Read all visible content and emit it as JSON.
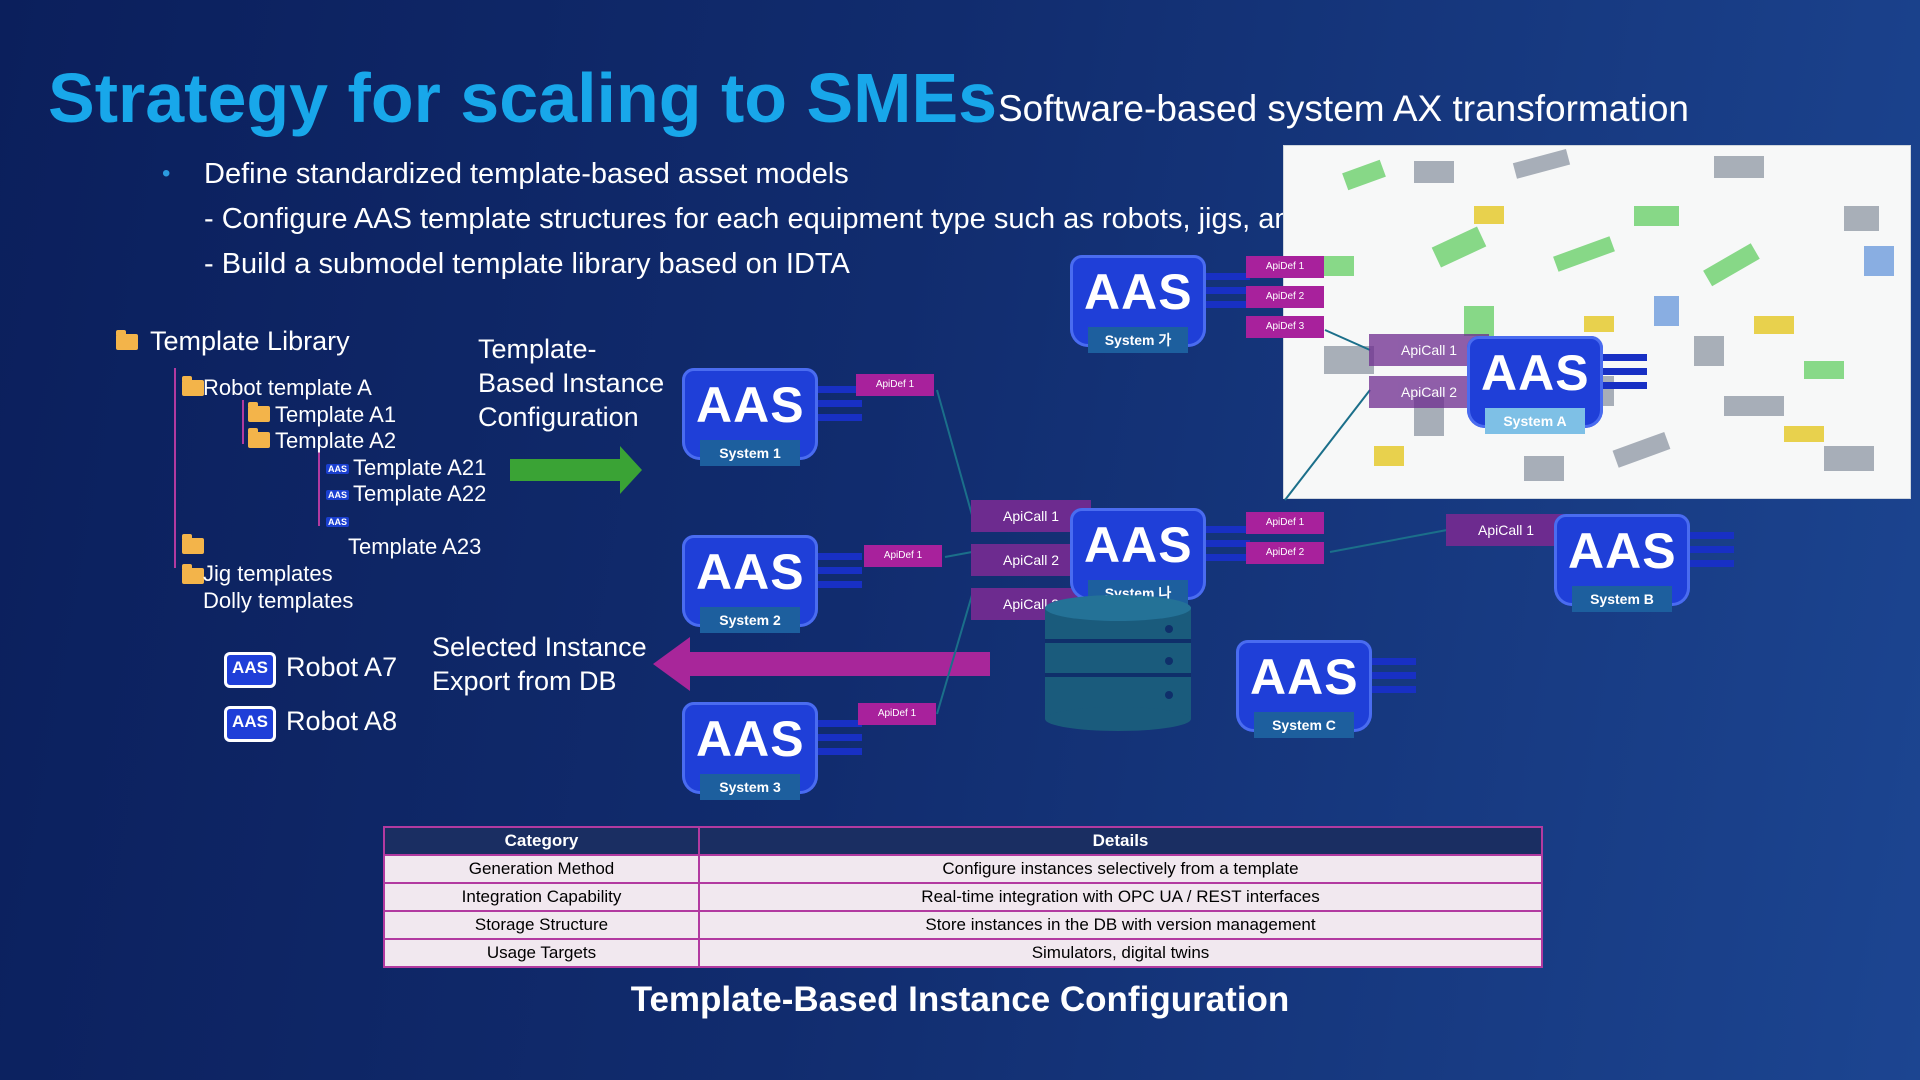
{
  "title": "Strategy for scaling to SMEs",
  "subtitle": "Software-based system AX transformation",
  "bullets": {
    "main": "Define standardized template-based asset models",
    "sub1": "- Configure AAS template structures for each equipment type such as robots, jigs, and dollies",
    "sub2": "- Build a submodel template library based on IDTA"
  },
  "library": {
    "title": "Template Library",
    "robot_a": "Robot template A",
    "a1": "Template A1",
    "a2": "Template A2",
    "a21": "Template A21",
    "a22": "Template A22",
    "a23": "Template A23",
    "jig": "Jig templates",
    "dolly": "Dolly templates",
    "robot_a7": "Robot A7",
    "robot_a8": "Robot A8",
    "aas_mini": "AAS"
  },
  "labels": {
    "template_config": "Template-\nBased Instance\nConfiguration",
    "export": "Selected Instance\nExport from DB"
  },
  "aas_word": "AAS",
  "systems": {
    "s1": "System 1",
    "s2": "System 2",
    "s3": "System 3",
    "ga": "System 가",
    "na": "System 나",
    "a": "System A",
    "b": "System B",
    "c": "System C"
  },
  "api": {
    "def1": "ApiDef 1",
    "def2": "ApiDef 2",
    "def3": "ApiDef 3",
    "call1": "ApiCall 1",
    "call2": "ApiCall 2",
    "call3": "ApiCall 3"
  },
  "table": {
    "headers": [
      "Category",
      "Details"
    ],
    "rows": [
      [
        "Generation Method",
        "Configure instances selectively from a template"
      ],
      [
        "Integration Capability",
        "Real-time integration with OPC UA / REST interfaces"
      ],
      [
        "Storage Structure",
        "Store instances in the DB with version management"
      ],
      [
        "Usage Targets",
        "Simulators, digital twins"
      ]
    ]
  },
  "footer": "Template-Based Instance Configuration",
  "colors": {
    "title": "#18a7ea",
    "aas_blue": "#1f3fd8",
    "apidef": "#a8219c",
    "apicall": "#6d2b8f",
    "green_arrow": "#3aa335",
    "magenta_arrow": "#a8269a",
    "folder": "#f3b44a"
  }
}
